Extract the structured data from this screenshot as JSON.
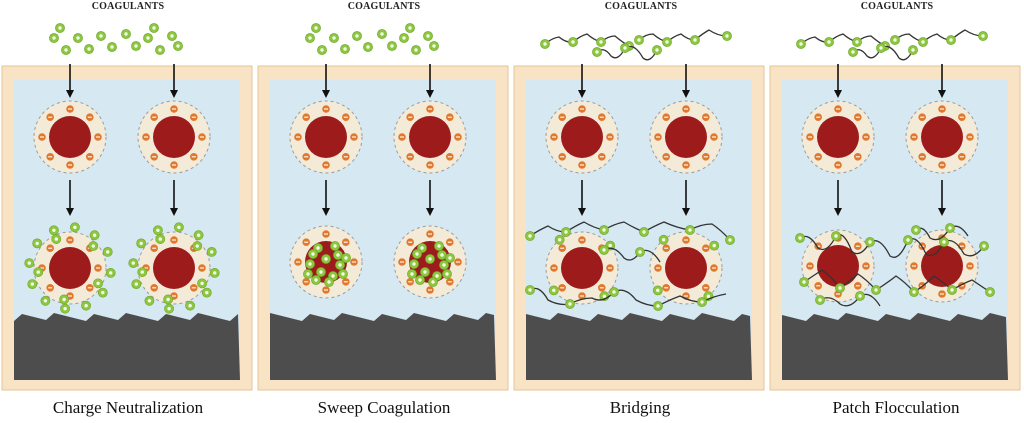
{
  "coagulant_label": "COAGULANTS",
  "panels": [
    {
      "id": "charge-neutralization",
      "title": "Charge Neutralization"
    },
    {
      "id": "sweep-coagulation",
      "title": "Sweep Coagulation"
    },
    {
      "id": "bridging",
      "title": "Bridging"
    },
    {
      "id": "patch-flocculation",
      "title": "Patch Flocculation"
    }
  ],
  "colors": {
    "tank_wall": "#f8e3c4",
    "tank_edge": "#e7c597",
    "water": "#d6e8f2",
    "sediment": "#4d4d4d",
    "particle_core": "#9e1b1b",
    "particle_shell": "#f3ead8",
    "negative_charge": "#e0792e",
    "coagulant": "#8dc63f",
    "polymer_chain": "#333333"
  }
}
